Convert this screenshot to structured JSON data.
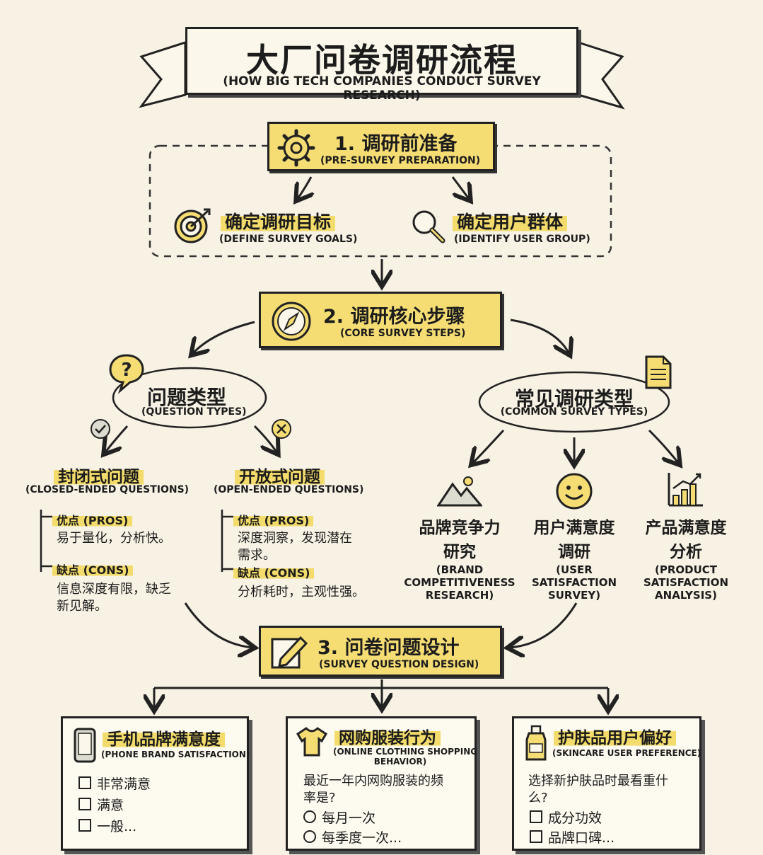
{
  "header": {
    "title": "大厂问卷调研流程",
    "subtitle": "(HOW BIG TECH COMPANIES CONDUCT SURVEY RESEARCH)"
  },
  "step1": {
    "title": "1. 调研前准备",
    "subtitle": "(PRE-SURVEY PREPARATION)",
    "icon": "gear-icon",
    "items": [
      {
        "zh": "确定调研目标",
        "en": "(DEFINE SURVEY GOALS)",
        "icon": "target-icon"
      },
      {
        "zh": "确定用户群体",
        "en": "(IDENTIFY USER GROUP)",
        "icon": "magnifier-icon"
      }
    ]
  },
  "step2": {
    "title": "2. 调研核心步骤",
    "subtitle": "(CORE SURVEY STEPS)",
    "icon": "compass-icon",
    "question_types": {
      "zh": "问题类型",
      "en": "(QUESTION TYPES)",
      "closed": {
        "zh": "封闭式问题",
        "en": "(CLOSED-ENDED QUESTIONS)",
        "pros_label": "优点 (PROS)",
        "pros": "易于量化，分析快。",
        "cons_label": "缺点 (CONS)",
        "cons_line1": "信息深度有限，缺乏",
        "cons_line2": "新见解。"
      },
      "open": {
        "zh": "开放式问题",
        "en": "(OPEN-ENDED QUESTIONS)",
        "pros_label": "优点 (PROS)",
        "pros_line1": "深度洞察，发现潜在",
        "pros_line2": "需求。",
        "cons_label": "缺点 (CONS)",
        "cons": "分析耗时，主观性强。"
      }
    },
    "survey_types": {
      "zh": "常见调研类型",
      "en": "(COMMON SURVEY TYPES)",
      "items": [
        {
          "zh1": "品牌竞争力",
          "zh2": "研究",
          "en1": "(BRAND",
          "en2": "COMPETITIVENESS",
          "en3": "RESEARCH)",
          "icon": "mountain-icon"
        },
        {
          "zh1": "用户满意度",
          "zh2": "调研",
          "en1": "(USER",
          "en2": "SATISFACTION",
          "en3": "SURVEY)",
          "icon": "smiley-icon"
        },
        {
          "zh1": "产品满意度",
          "zh2": "分析",
          "en1": "(PRODUCT",
          "en2": "SATISFACTION",
          "en3": "ANALYSIS)",
          "icon": "bar-chart-icon"
        }
      ]
    }
  },
  "step3": {
    "title": "3. 问卷问题设计",
    "subtitle": "(SURVEY QUESTION DESIGN)",
    "icon": "pencil-icon",
    "cards": [
      {
        "zh": "手机品牌满意度",
        "en": "(PHONE BRAND SATISFACTION)",
        "icon": "phone-icon",
        "options": [
          "非常满意",
          "满意",
          "一般..."
        ]
      },
      {
        "zh": "网购服装行为",
        "en1": "(ONLINE CLOTHING SHOPPING",
        "en2": "BEHAVIOR)",
        "icon": "tshirt-icon",
        "question_line1": "最近一年内网购服装的频",
        "question_line2": "率是?",
        "options": [
          "每月一次",
          "每季度一次..."
        ]
      },
      {
        "zh": "护肤品用户偏好",
        "en": "(SKINCARE USER PREFERENCE)",
        "icon": "bottle-icon",
        "question_line1": "选择新护肤品时最看重什",
        "question_line2": "么?",
        "options": [
          "成分功效",
          "品牌口碑..."
        ]
      }
    ]
  },
  "colors": {
    "background": "#f7f2e4",
    "highlight": "#f3dc6b",
    "step_fill": "#f5dd74",
    "ink": "#1c1c1c"
  }
}
